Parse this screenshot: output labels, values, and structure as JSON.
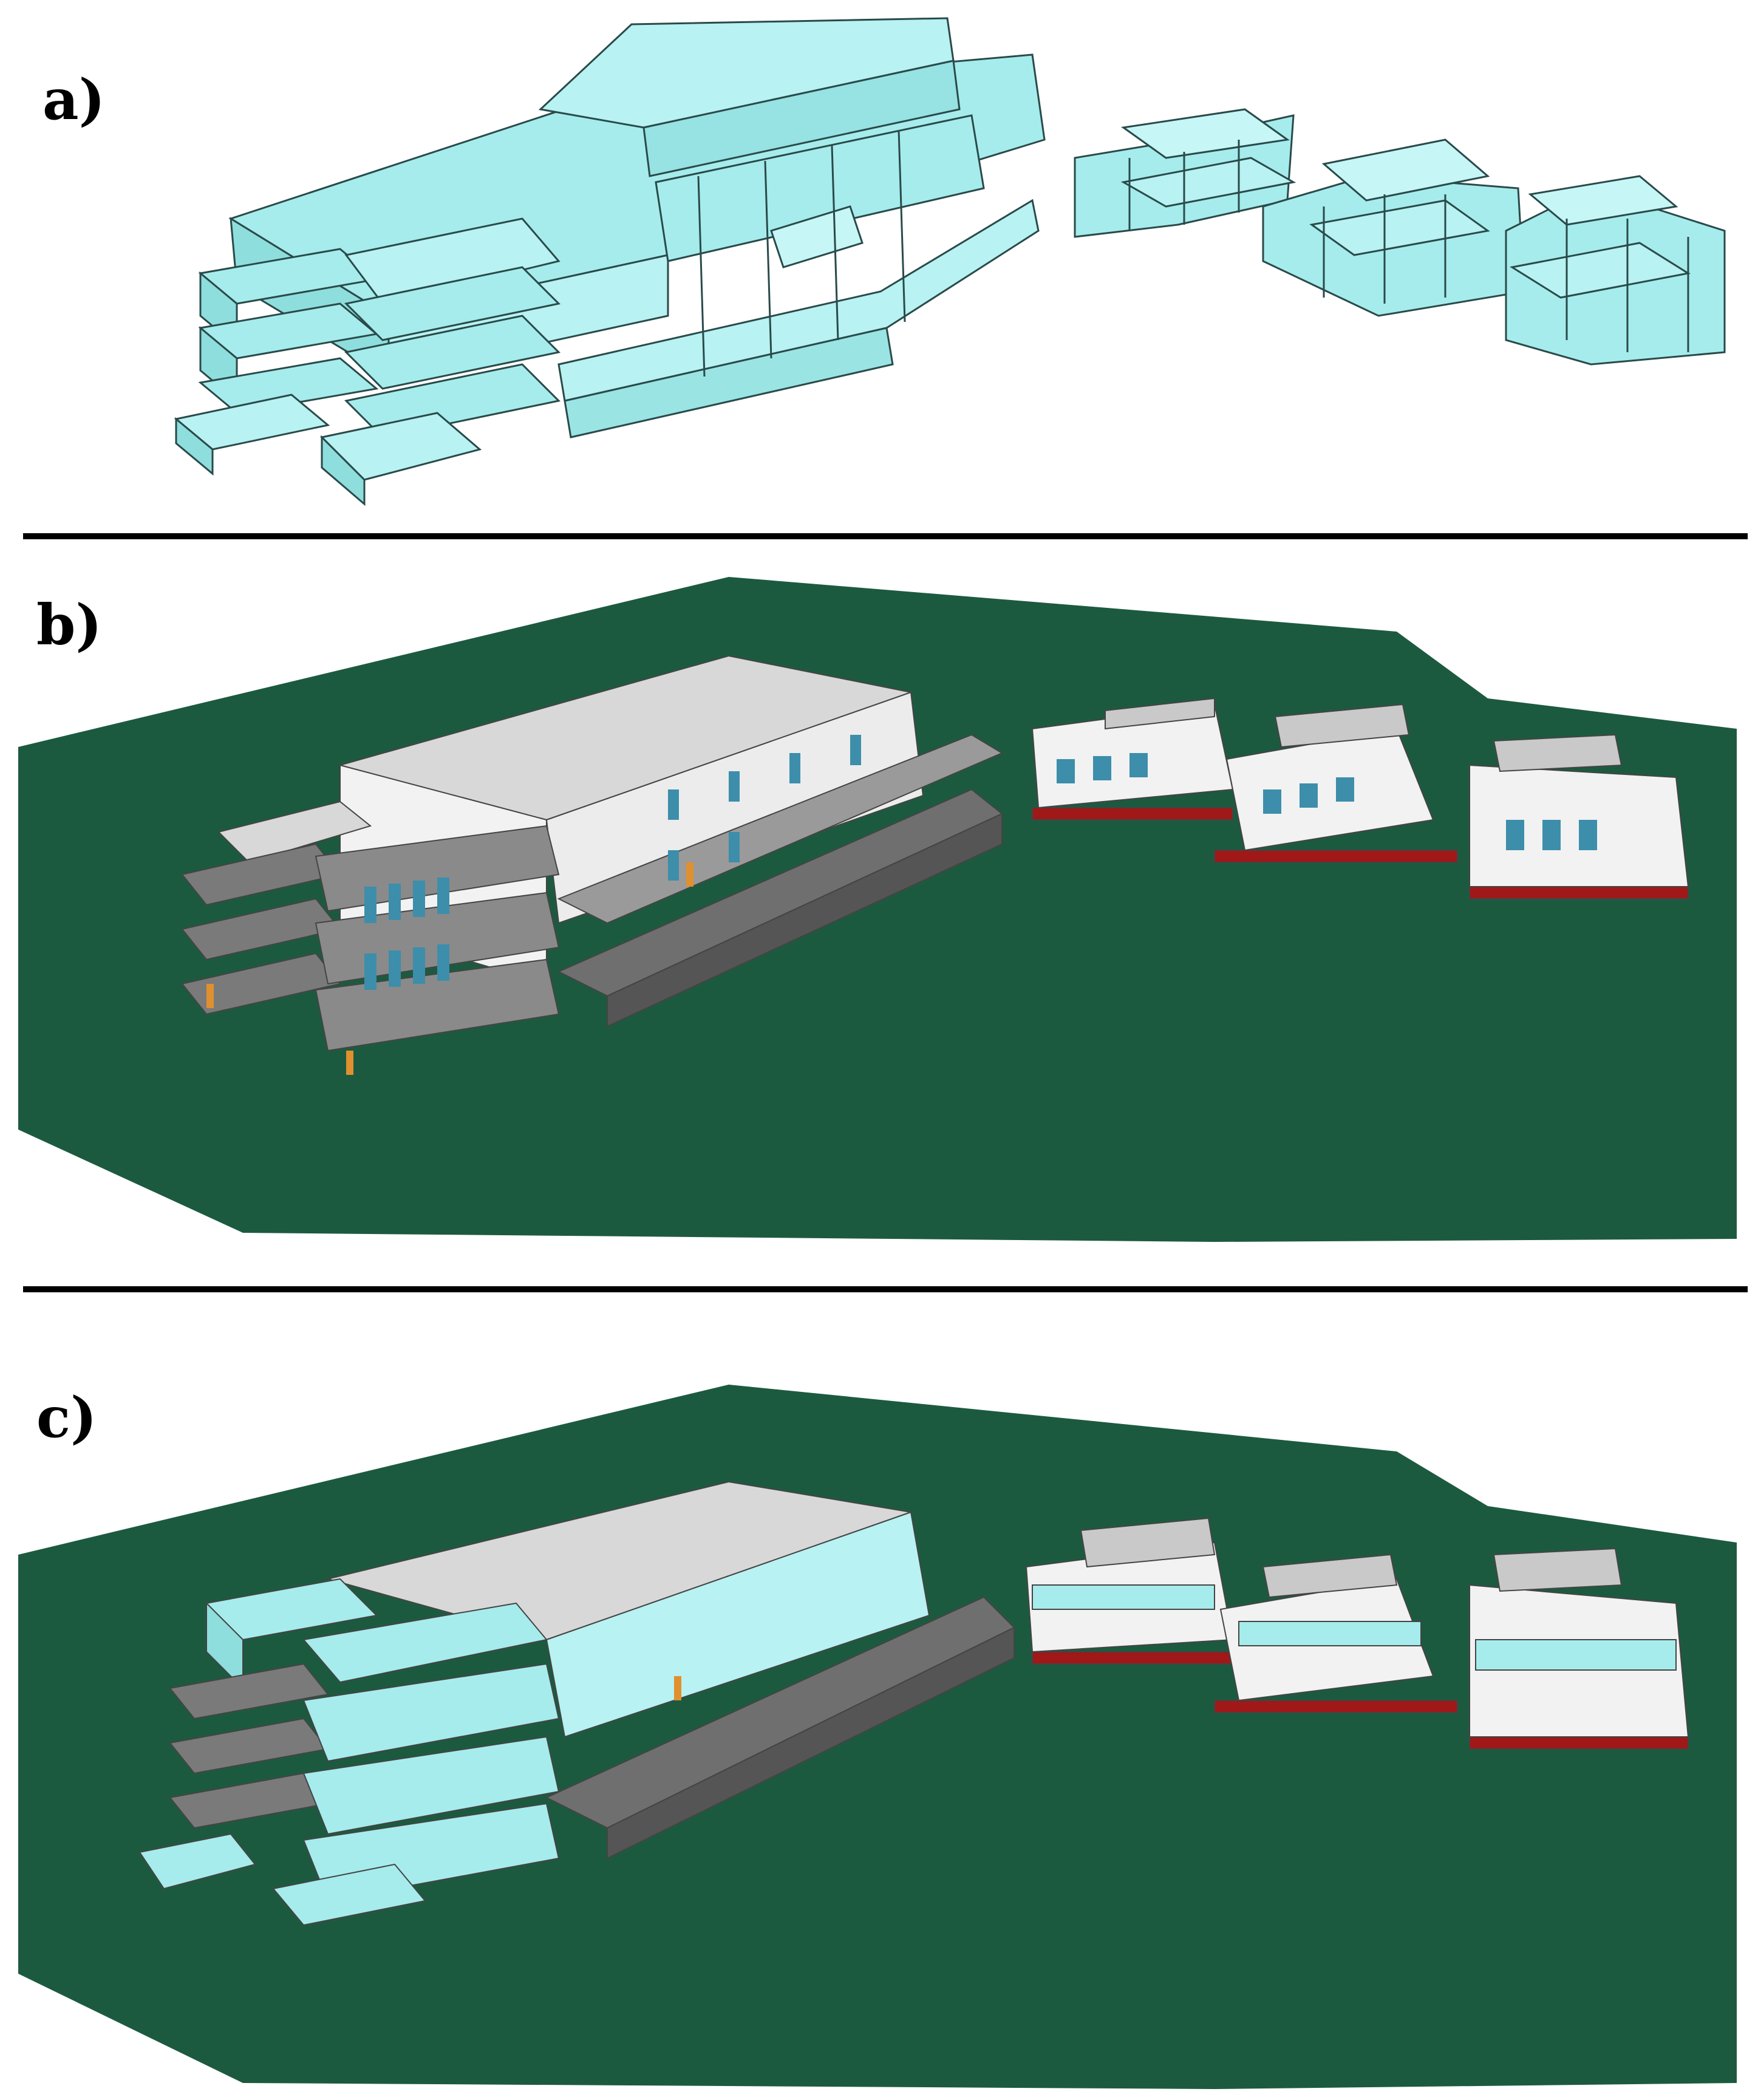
{
  "panels": [
    {
      "id": "a",
      "label": "a)"
    },
    {
      "id": "b",
      "label": "b)"
    },
    {
      "id": "c",
      "label": "c)"
    }
  ],
  "colors": {
    "zone_cyan": "#a6ecec",
    "zone_cyan_dark": "#7dcfcf",
    "terrain_green": "#1c5a40",
    "wall_white": "#f2f2f2",
    "roof_grey": "#c9c9c9",
    "slab_dark_grey": "#6f6f6f",
    "window_blue": "#3d8eaa",
    "ground_red": "#a01818",
    "door_orange": "#e0902e",
    "divider_black": "#000000"
  }
}
